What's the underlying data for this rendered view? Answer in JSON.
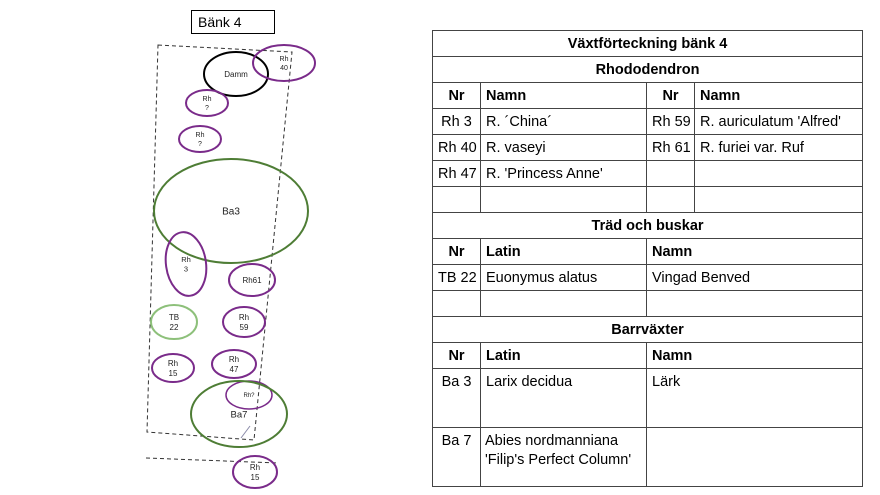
{
  "bed_label": "Bänk 4",
  "map": {
    "markers": [
      {
        "id": "damm",
        "lines": [
          "Damm"
        ],
        "stroke": "#000000"
      },
      {
        "id": "rh40",
        "lines": [
          "Rh",
          "40"
        ],
        "stroke": "#7a2b8a"
      },
      {
        "id": "rhq1",
        "lines": [
          "Rh",
          "?"
        ],
        "stroke": "#7a2b8a"
      },
      {
        "id": "rhq2",
        "lines": [
          "Rh",
          "?"
        ],
        "stroke": "#7a2b8a"
      },
      {
        "id": "ba3",
        "lines": [
          "Ba3"
        ],
        "stroke": "#4e7d35"
      },
      {
        "id": "rh3",
        "lines": [
          "Rh",
          "3"
        ],
        "stroke": "#7a2b8a"
      },
      {
        "id": "rh61",
        "lines": [
          "Rh61"
        ],
        "stroke": "#7a2b8a"
      },
      {
        "id": "tb22",
        "lines": [
          "TB",
          "22"
        ],
        "stroke": "#8dc07a"
      },
      {
        "id": "rh59",
        "lines": [
          "Rh",
          "59"
        ],
        "stroke": "#7a2b8a"
      },
      {
        "id": "rh15a",
        "lines": [
          "Rh",
          "15"
        ],
        "stroke": "#7a2b8a"
      },
      {
        "id": "rh47",
        "lines": [
          "Rh",
          "47"
        ],
        "stroke": "#7a2b8a"
      },
      {
        "id": "rhq3",
        "lines": [
          "Rh?"
        ],
        "stroke": "#7a2b8a"
      },
      {
        "id": "ba7",
        "lines": [
          "Ba7"
        ],
        "stroke": "#4e7d35"
      },
      {
        "id": "rh15b",
        "lines": [
          "Rh",
          "15"
        ],
        "stroke": "#7a2b8a"
      }
    ]
  },
  "table": {
    "title": "Växtförteckning bänk 4",
    "rhodo": {
      "heading": "Rhododendron",
      "cols": [
        "Nr",
        "Namn",
        "Nr",
        "Namn"
      ],
      "rows": [
        [
          "Rh 3",
          "R. ´China´",
          "Rh 59",
          "R. auriculatum 'Alfred'"
        ],
        [
          "Rh 40",
          "R. vaseyi",
          "Rh 61",
          "R. furiei var. Ruf"
        ],
        [
          "Rh 47",
          "R.  'Princess Anne'",
          "",
          ""
        ],
        [
          "",
          "",
          "",
          ""
        ]
      ]
    },
    "trees": {
      "heading": "Träd och buskar",
      "cols": [
        "Nr",
        "Latin",
        "Namn"
      ],
      "rows": [
        [
          "TB 22",
          "Euonymus alatus",
          "Vingad Benved"
        ],
        [
          "",
          "",
          ""
        ]
      ]
    },
    "conifers": {
      "heading": "Barrväxter",
      "cols": [
        "Nr",
        "Latin",
        "Namn"
      ],
      "rows": [
        [
          "Ba 3",
          "Larix decidua",
          "Lärk"
        ],
        [
          "Ba 7",
          "Abies nordmanniana 'Filip's Perfect Column'",
          ""
        ]
      ]
    }
  }
}
